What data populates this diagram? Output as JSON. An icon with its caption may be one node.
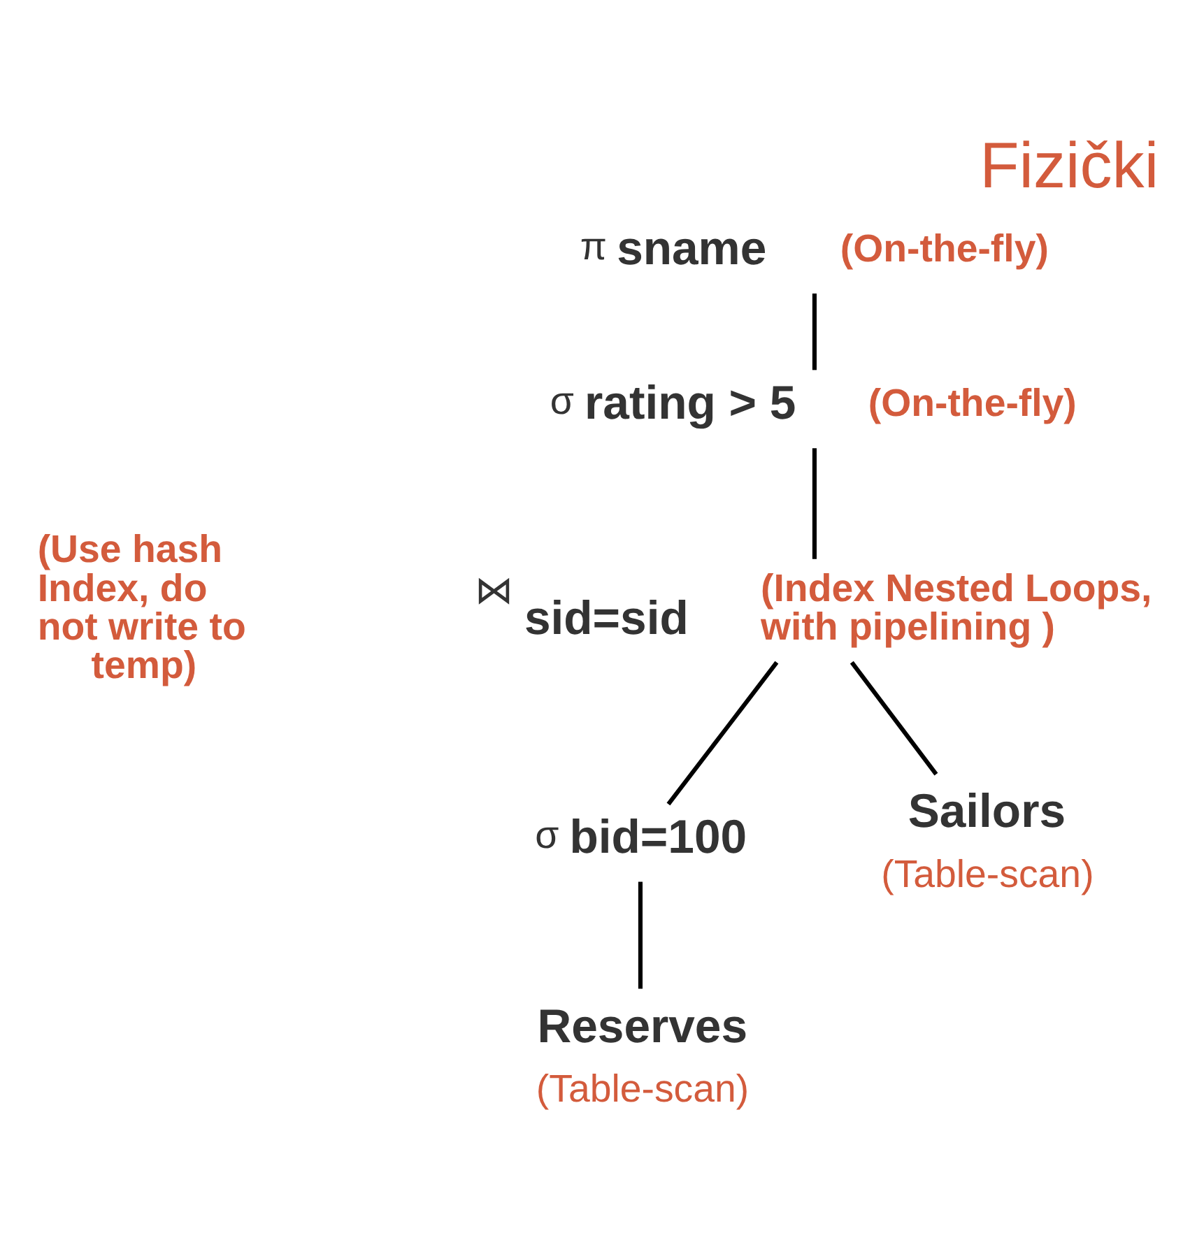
{
  "diagram": {
    "title": "Fizički",
    "nodes": [
      {
        "text": [
          "π",
          "sname"
        ],
        "beside": [
          "(On-the-fly)"
        ]
      },
      {
        "text": [
          "σ",
          "rating > 5"
        ],
        "beside": [
          "(On-the-fly)"
        ]
      },
      {
        "text": [
          "⋈",
          "sid=sid"
        ],
        "beside": [
          "(Index Nested Loops, with pipelining )"
        ]
      },
      {
        "text": [
          "σ",
          "bid=100"
        ]
      },
      {
        "text": [
          "Sailors"
        ],
        "beside": [
          "(Table-scan)"
        ]
      },
      {
        "text": [
          "Reserves"
        ],
        "beside": [
          "(Table-scan)"
        ]
      }
    ],
    "edges": [
      {
        "from": 0,
        "to": 1,
        "arrow": "none"
      },
      {
        "from": 1,
        "to": 2,
        "arrow": "none"
      },
      {
        "from": 2,
        "to": 3,
        "arrow": "none"
      },
      {
        "from": 2,
        "to": 4,
        "arrow": "none"
      },
      {
        "from": 3,
        "to": 5,
        "arrow": "none"
      }
    ],
    "labels": [
      "(Use hash Index, do not write to temp)"
    ]
  }
}
